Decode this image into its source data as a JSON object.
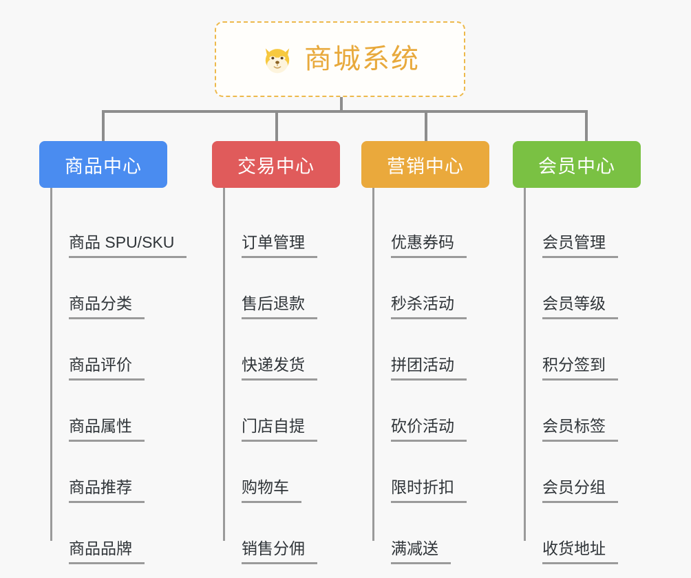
{
  "root": {
    "title": "商城系统",
    "emoji_icon": "shiba-dog-face-icon",
    "text_color": "#e8a93c",
    "border_color": "#edb94b"
  },
  "columns": [
    {
      "title": "商品中心",
      "color": "#4a8cf0",
      "items": [
        "商品 SPU/SKU",
        "商品分类",
        "商品评价",
        "商品属性",
        "商品推荐",
        "商品品牌"
      ]
    },
    {
      "title": "交易中心",
      "color": "#e05b5b",
      "items": [
        "订单管理",
        "售后退款",
        "快递发货",
        "门店自提",
        "购物车",
        "销售分佣"
      ]
    },
    {
      "title": "营销中心",
      "color": "#eaa93c",
      "items": [
        "优惠券码",
        "秒杀活动",
        "拼团活动",
        "砍价活动",
        "限时折扣",
        "满减送"
      ]
    },
    {
      "title": "会员中心",
      "color": "#7ac143",
      "items": [
        "会员管理",
        "会员等级",
        "积分签到",
        "会员标签",
        "会员分组",
        "收货地址"
      ]
    }
  ],
  "canvas": {
    "background": "#f8f8f8",
    "connector_color": "#8d8d8d",
    "leaf_line_color": "#9a9a9a",
    "leaf_text_color": "#2f3438"
  }
}
